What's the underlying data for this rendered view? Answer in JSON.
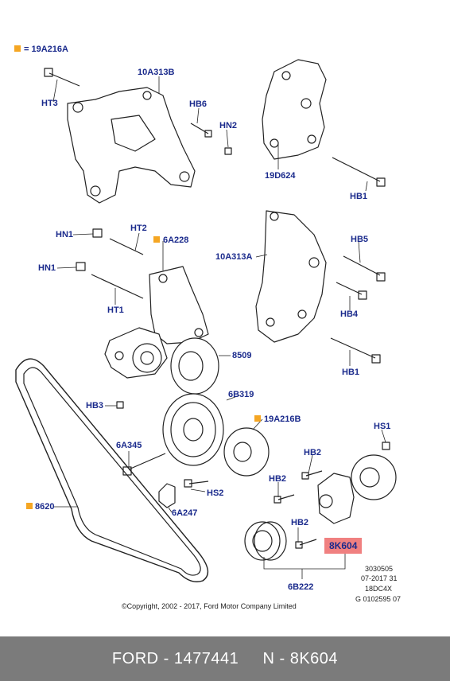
{
  "legend": {
    "marker_color": "#f5a623",
    "text": "= 19A216A"
  },
  "labels": {
    "ht3": "HT3",
    "a10a313b": "10A313B",
    "hb6": "HB6",
    "hn2": "HN2",
    "a19d624": "19D624",
    "hb1_top": "HB1",
    "hn1_a": "HN1",
    "ht2": "HT2",
    "a6a228": "6A228",
    "hn1_b": "HN1",
    "ht1": "HT1",
    "a10a313a": "10A313A",
    "hb5": "HB5",
    "hb4": "HB4",
    "hb1_mid": "HB1",
    "a8509": "8509",
    "hb3": "HB3",
    "a6b319": "6B319",
    "a19a216b": "19A216B",
    "hs1": "HS1",
    "a6a345": "6A345",
    "hb2_a": "HB2",
    "hb2_b": "HB2",
    "hs2": "HS2",
    "a6a247": "6A247",
    "a8620": "8620",
    "hb2_c": "HB2",
    "a8k604": "8K604",
    "a6b222": "6B222"
  },
  "code_block": [
    "3030505",
    "07-2017 31",
    "18DC4X",
    "G 0102595 07"
  ],
  "copyright": "©Copyright, 2002 - 2017, Ford Motor Company Limited",
  "footer": {
    "text": "FORD - 1477441     N - 8K604",
    "bg": "#7b7b7b"
  },
  "colors": {
    "label": "#1a2a8c",
    "highlight": "#f08080",
    "marker": "#f5a623"
  }
}
